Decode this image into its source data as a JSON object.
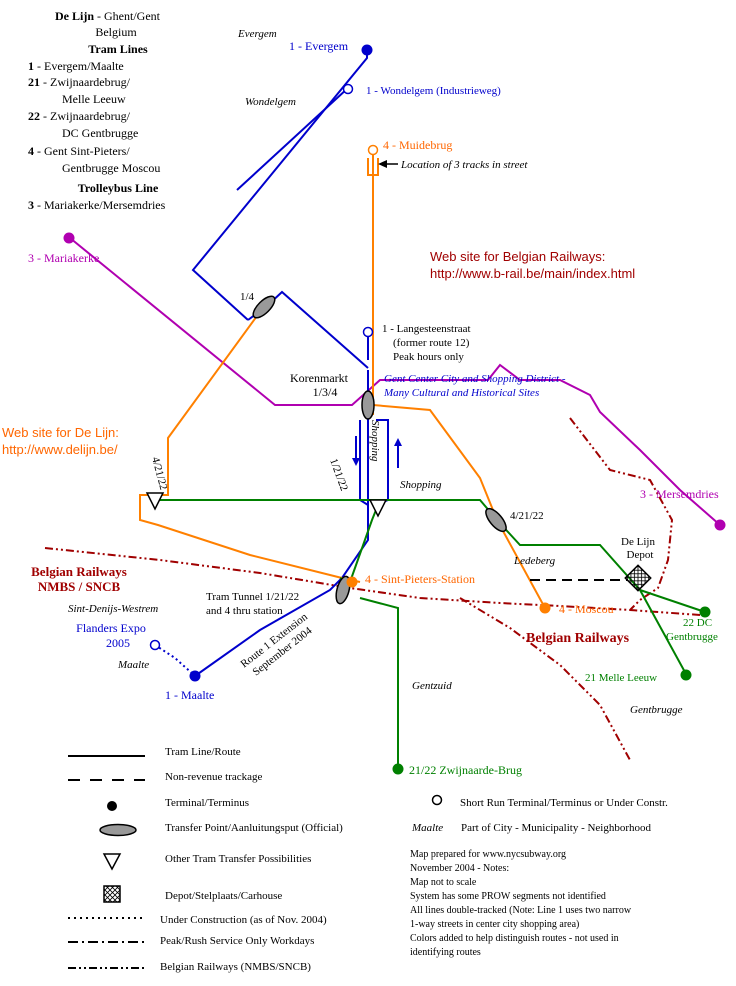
{
  "header": {
    "title": "De Lijn",
    "subtitle_1": " - Ghent/Gent",
    "subtitle_2": "Belgium",
    "tram_heading": "Tram Lines",
    "lines": [
      {
        "num": "1",
        "text": " - Evergem/Maalte"
      },
      {
        "num": "21",
        "text": " - Zwijnaardebrug/"
      },
      {
        "num": "",
        "text": "Melle Leeuw"
      },
      {
        "num": "22",
        "text": " - Zwijnaardebrug/"
      },
      {
        "num": "",
        "text": "DC Gentbrugge"
      },
      {
        "num": "4",
        "text": " - Gent Sint-Pieters/"
      },
      {
        "num": "",
        "text": "Gentbrugge Moscou"
      }
    ],
    "trolley_heading": "Trolleybus Line",
    "trolley": {
      "num": "3",
      "text": " - Mariakerke/Mersemdries"
    }
  },
  "colors": {
    "line1": "#0000cc",
    "line4": "#ff8000",
    "line3": "#b000b0",
    "line21_22": "#008000",
    "rail": "#a00000",
    "web_orange": "#ff6600"
  },
  "labels": {
    "evergem_area": "Evergem",
    "evergem_term": "1 - Evergem",
    "wondelgem_term": "1 - Wondelgem (Industrieweg)",
    "wondelgem_area": "Wondelgem",
    "muidebrug": "4 - Muidebrug",
    "three_tracks": "Location of 3 tracks in street",
    "mariakerke": "3 - Mariakerke",
    "rail_web_1": "Web site for Belgian Railways:",
    "rail_web_2": "http://www.b-rail.be/main/index.html",
    "transfer_14": "1/4",
    "langesteen_1": "1 - Langesteenstraat",
    "langesteen_2": "(former route 12)",
    "langesteen_3": "Peak hours only",
    "korenmarkt_1": "Korenmarkt",
    "korenmarkt_2": "1/3/4",
    "gent_center_1": "Gent Center City and Shopping District -",
    "gent_center_2": "Many Cultural and Historical Sites",
    "delijn_web_1": "Web site for De Lijn:",
    "delijn_web_2": "http://www.delijn.be/",
    "shopping_v": "Shopping",
    "shopping_h": "Shopping",
    "l4_21_22_left": "4/21/22",
    "l1_21_22": "1/21/22",
    "l4_21_22_right": "4/21/22",
    "mersemdries": "3 - Mersemdries",
    "belgian_rail_1": "Belgian Railways",
    "belgian_rail_2": "NMBS / SNCB",
    "ledeberg": "Ledeberg",
    "depot_1": "De Lijn",
    "depot_2": "Depot",
    "sint_pieters": "4 - Sint-Pieters-Station",
    "sint_denijs": "Sint-Denijs-Westrem",
    "tunnel_1": "Tram Tunnel 1/21/22",
    "tunnel_2": "and 4 thru station",
    "moscou": "4 - Moscou",
    "dc_1": "22 DC",
    "dc_2": "Gentbrugge",
    "belgian_railways": "Belgian Railways",
    "flanders_1": "Flanders Expo",
    "flanders_2": "2005",
    "maalte_area": "Maalte",
    "route1_ext_1": "Route 1 Extension",
    "route1_ext_2": "September 2004",
    "maalte_term": "1 - Maalte",
    "melle": "21 Melle Leeuw",
    "gentzuid": "Gentzuid",
    "gentbrugge": "Gentbrugge",
    "zwijnaarde": "21/22 Zwijnaarde-Brug"
  },
  "legend": [
    {
      "key": "tram",
      "text": "Tram Line/Route"
    },
    {
      "key": "nonrev",
      "text": "Non-revenue trackage"
    },
    {
      "key": "terminal",
      "text": "Terminal/Terminus"
    },
    {
      "key": "transfer",
      "text": "Transfer Point/Aanluitungsput (Official)"
    },
    {
      "key": "other",
      "text": "Other Tram Transfer Possibilities"
    },
    {
      "key": "depot",
      "text": "Depot/Stelplaats/Carhouse"
    },
    {
      "key": "construction",
      "text": "Under Construction (as of Nov. 2004)"
    },
    {
      "key": "peak",
      "text": "Peak/Rush Service Only Workdays"
    },
    {
      "key": "rail",
      "text": "Belgian Railways (NMBS/SNCB)"
    }
  ],
  "legend_right": {
    "short_run": "Short Run Terminal/Terminus or Under Constr.",
    "maalte_example": "Maalte",
    "maalte_desc": "Part of City - Municipality - Neighborhood"
  },
  "notes": [
    "Map prepared for www.nycsubway.org",
    "November 2004 - Notes:",
    "Map not to scale",
    "System has some PROW segments not identified",
    "All lines double-tracked  (Note: Line 1 uses two narrow",
    "1-way streets in center city shopping area)",
    "Colors added to help distinguish routes - not used in",
    "identifying routes"
  ]
}
